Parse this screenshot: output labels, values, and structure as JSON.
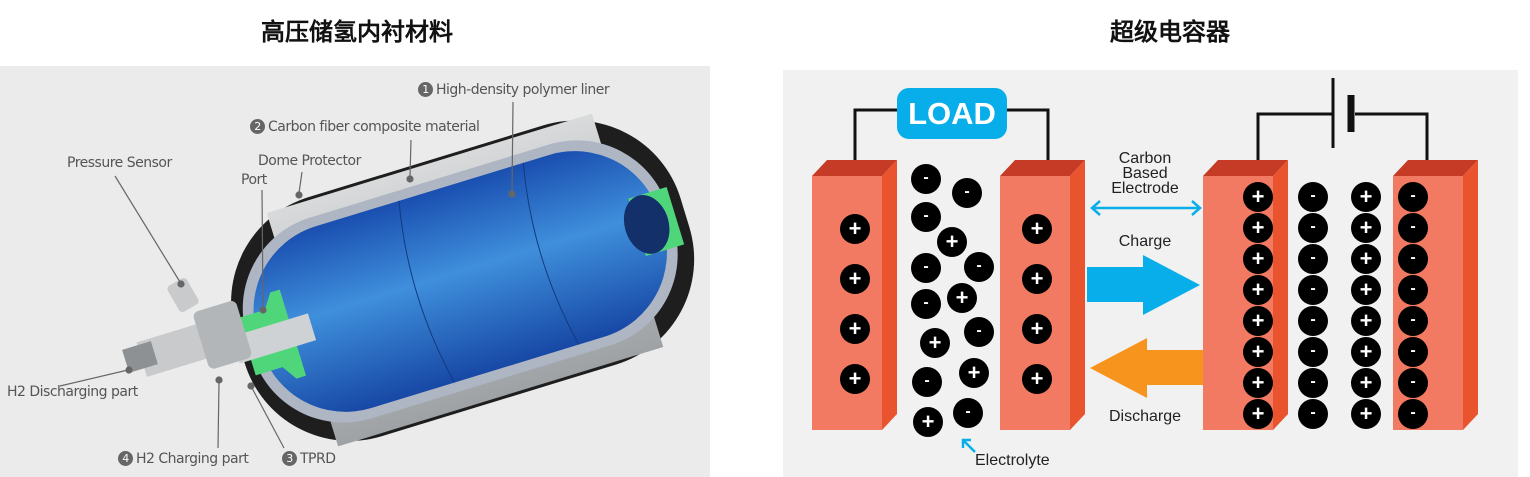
{
  "titles": {
    "left": "高压储氢内衬材料",
    "right": "超级电容器"
  },
  "tank": {
    "labels": {
      "liner": {
        "num": "1",
        "text": "High-density polymer liner"
      },
      "carbon": {
        "num": "2",
        "text": "Carbon fiber composite material"
      },
      "dome": {
        "text": "Dome Protector"
      },
      "port": {
        "text": "Port"
      },
      "pressure": {
        "text": "Pressure Sensor"
      },
      "discharging": {
        "text": "H2 Discharging part"
      },
      "charging": {
        "num": "4",
        "text": "H2 Charging part"
      },
      "tprd": {
        "num": "3",
        "text": "TPRD"
      }
    },
    "colors": {
      "liner": "#1f5fc0",
      "shell": "#b9bdc0",
      "dome": "#1e1e1e",
      "port": "#4fd67a"
    }
  },
  "supercap": {
    "load": "LOAD",
    "electrode_label": [
      "Carbon",
      "Based",
      "Electrode"
    ],
    "charge": "Charge",
    "discharge": "Discharge",
    "electrolyte": "Electrolyte",
    "left_electrode_ions": [
      "+",
      "+",
      "+",
      "+"
    ],
    "right_electrode_ions": [
      "+",
      "+",
      "+",
      "+"
    ],
    "electrolyte_ions": [
      "-",
      "-",
      "-",
      "+",
      "-",
      "-",
      "-",
      "+",
      "+",
      "-",
      "-",
      "+",
      "+",
      "-"
    ],
    "charged_columns": [
      [
        "+",
        "+",
        "+",
        "+",
        "+",
        "+",
        "+",
        "+"
      ],
      [
        "-",
        "-",
        "-",
        "-",
        "-",
        "-",
        "-",
        "-"
      ],
      [
        "+",
        "+",
        "+",
        "+",
        "+",
        "+",
        "+",
        "+"
      ],
      [
        "-",
        "-",
        "-",
        "-",
        "-",
        "-",
        "-",
        "-"
      ]
    ],
    "colors": {
      "charge": "#08aeea",
      "discharge": "#f7941d",
      "electrode": "#f27a63"
    }
  }
}
